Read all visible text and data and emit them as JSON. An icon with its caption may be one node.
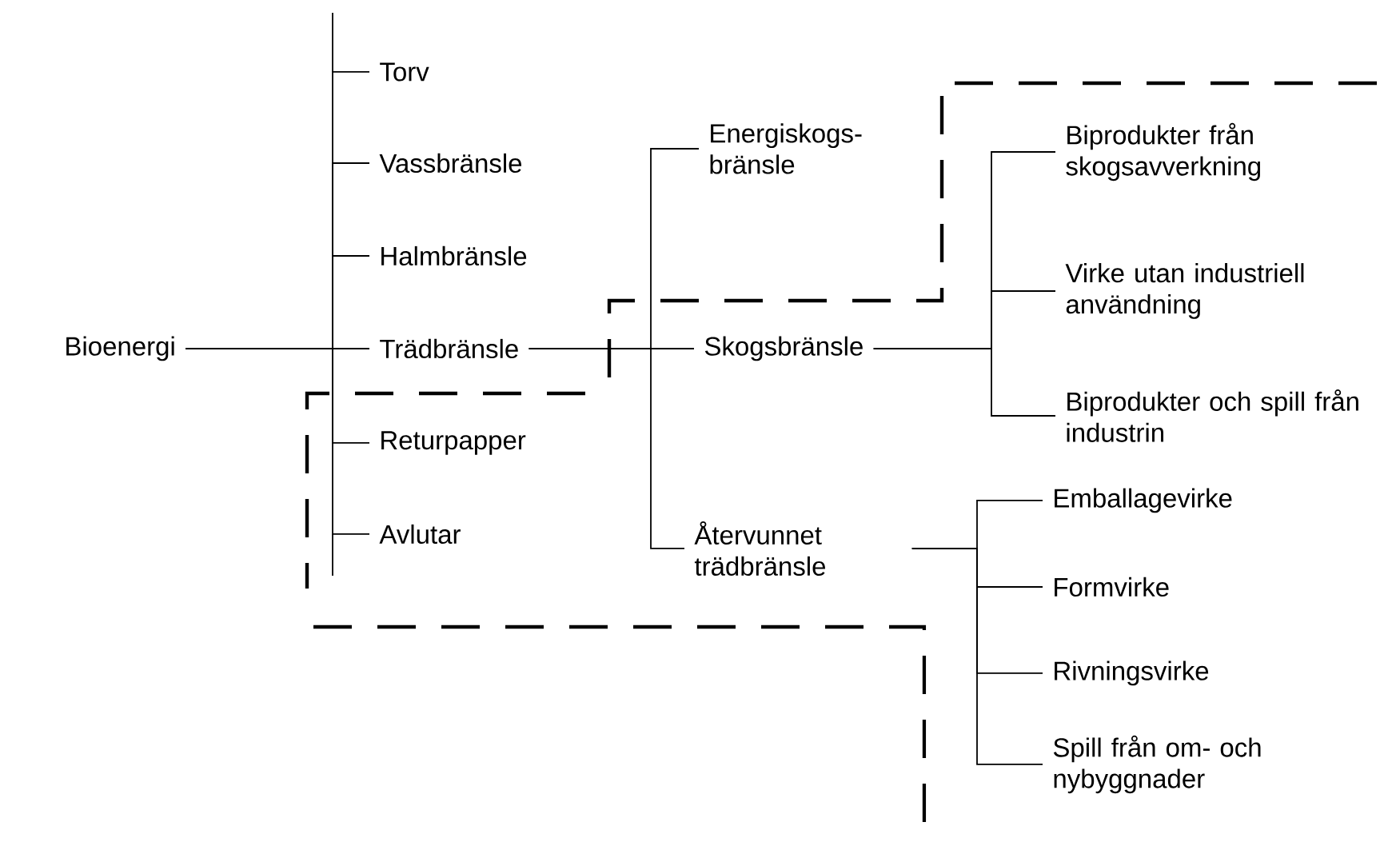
{
  "diagram": {
    "nodes": [
      {
        "text": [
          "Bioenergi"
        ]
      },
      {
        "text": [
          "Torv"
        ]
      },
      {
        "text": [
          "Vassbränsle"
        ]
      },
      {
        "text": [
          "Halmbränsle"
        ]
      },
      {
        "text": [
          "Trädbränsle"
        ]
      },
      {
        "text": [
          "Returpapper"
        ]
      },
      {
        "text": [
          "Avlutar"
        ]
      },
      {
        "text": [
          "Energiskogs- bränsle"
        ]
      },
      {
        "text": [
          "Skogsbränsle"
        ]
      },
      {
        "text": [
          "Återvunnet trädbränsle"
        ]
      },
      {
        "text": [
          "Biprodukter från skogsavverkning"
        ]
      },
      {
        "text": [
          "Virke utan industriell användning"
        ]
      },
      {
        "text": [
          "Biprodukter och spill från industrin"
        ]
      },
      {
        "text": [
          "Emballagevirke"
        ]
      },
      {
        "text": [
          "Formvirke"
        ]
      },
      {
        "text": [
          "Rivningsvirke"
        ]
      },
      {
        "text": [
          "Spill från om- och nybyggnader"
        ]
      }
    ],
    "edges": [
      {
        "from": 0,
        "to": 1,
        "arrow": "none"
      },
      {
        "from": 0,
        "to": 2,
        "arrow": "none"
      },
      {
        "from": 0,
        "to": 3,
        "arrow": "none"
      },
      {
        "from": 0,
        "to": 4,
        "arrow": "none"
      },
      {
        "from": 0,
        "to": 5,
        "arrow": "none"
      },
      {
        "from": 0,
        "to": 6,
        "arrow": "none"
      },
      {
        "from": 4,
        "to": 7,
        "arrow": "none"
      },
      {
        "from": 4,
        "to": 8,
        "arrow": "none"
      },
      {
        "from": 4,
        "to": 9,
        "arrow": "none"
      },
      {
        "from": 8,
        "to": 10,
        "arrow": "none"
      },
      {
        "from": 8,
        "to": 11,
        "arrow": "none"
      },
      {
        "from": 8,
        "to": 12,
        "arrow": "none"
      },
      {
        "from": 9,
        "to": 13,
        "arrow": "none"
      },
      {
        "from": 9,
        "to": 14,
        "arrow": "none"
      },
      {
        "from": 9,
        "to": 15,
        "arrow": "none"
      },
      {
        "from": 9,
        "to": 16,
        "arrow": "none"
      }
    ]
  }
}
